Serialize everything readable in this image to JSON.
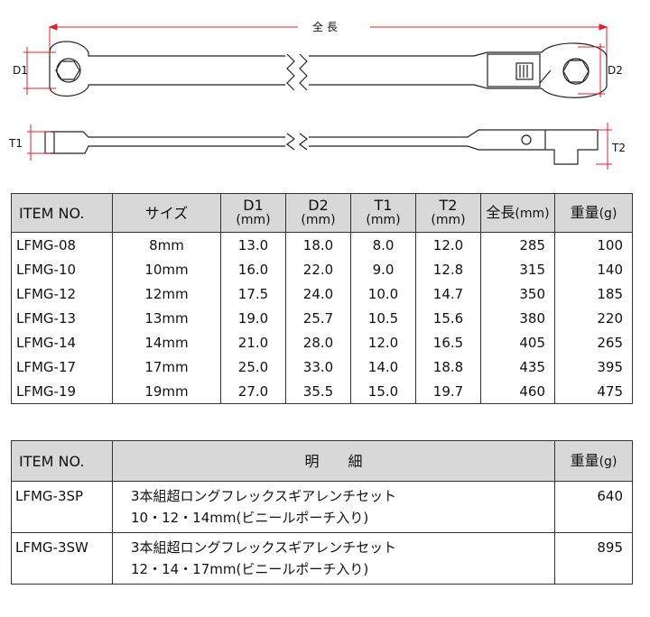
{
  "diagram": {
    "length_label": "全 長",
    "d1_label": "D1",
    "d2_label": "D2",
    "t1_label": "T1",
    "t2_label": "T2"
  },
  "spec_table": {
    "headers": {
      "item": "ITEM NO.",
      "size": "サイズ",
      "d1": "D1",
      "d1_unit": "(mm)",
      "d2": "D2",
      "d2_unit": "(mm)",
      "t1": "T1",
      "t1_unit": "(mm)",
      "t2": "T2",
      "t2_unit": "(mm)",
      "length": "全長",
      "length_unit": "(mm)",
      "weight": "重量",
      "weight_unit": "(g)"
    },
    "rows": [
      {
        "item": "LFMG-08",
        "size": "8mm",
        "d1": "13.0",
        "d2": "18.0",
        "t1": "8.0",
        "t2": "12.0",
        "length": "285",
        "weight": "100"
      },
      {
        "item": "LFMG-10",
        "size": "10mm",
        "d1": "16.0",
        "d2": "22.0",
        "t1": "9.0",
        "t2": "12.8",
        "length": "315",
        "weight": "140"
      },
      {
        "item": "LFMG-12",
        "size": "12mm",
        "d1": "17.5",
        "d2": "24.0",
        "t1": "10.0",
        "t2": "14.7",
        "length": "350",
        "weight": "185"
      },
      {
        "item": "LFMG-13",
        "size": "13mm",
        "d1": "19.0",
        "d2": "25.7",
        "t1": "10.5",
        "t2": "15.6",
        "length": "380",
        "weight": "220"
      },
      {
        "item": "LFMG-14",
        "size": "14mm",
        "d1": "21.0",
        "d2": "28.0",
        "t1": "12.0",
        "t2": "16.5",
        "length": "405",
        "weight": "265"
      },
      {
        "item": "LFMG-17",
        "size": "17mm",
        "d1": "25.0",
        "d2": "33.0",
        "t1": "14.0",
        "t2": "18.8",
        "length": "435",
        "weight": "395"
      },
      {
        "item": "LFMG-19",
        "size": "19mm",
        "d1": "27.0",
        "d2": "35.5",
        "t1": "15.0",
        "t2": "19.7",
        "length": "460",
        "weight": "475"
      }
    ]
  },
  "set_table": {
    "headers": {
      "item": "ITEM NO.",
      "detail": "明　　細",
      "weight": "重量",
      "weight_unit": "(g)"
    },
    "rows": [
      {
        "item": "LFMG-3SP",
        "line1": "3本組超ロングフレックスギアレンチセット",
        "line2": "10・12・14mm(ビニールポーチ入り)",
        "weight": "640"
      },
      {
        "item": "LFMG-3SW",
        "line1": "3本組超ロングフレックスギアレンチセット",
        "line2": "12・14・17mm(ビニールポーチ入り)",
        "weight": "895"
      }
    ]
  },
  "colors": {
    "dimension_line": "#e0212d",
    "header_bg": "#d8d8d8",
    "outline": "#222222"
  }
}
